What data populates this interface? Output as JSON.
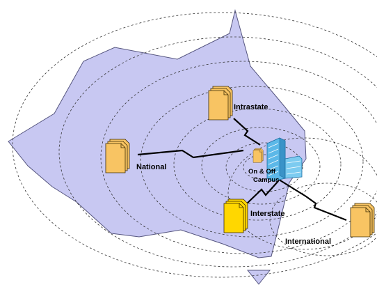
{
  "labels": {
    "intrastate": "Intrastate",
    "national": "National",
    "campus_line1": "On & Off",
    "campus_line2": "Campus",
    "interstate": "Interstate",
    "international": "International"
  },
  "colors": {
    "landmass_fill": "#c8c8f2",
    "landmass_stroke": "#55557f",
    "document_fill": "#f8c463",
    "document_stroke": "#3a2800",
    "interstate_document_fill": "#ffd700",
    "building_fill": "#5cb8e8",
    "link_line": "#000000",
    "range_ring": "#333333"
  },
  "icons": {
    "documents": "document-stack-icon",
    "building": "office-building-icon",
    "link": "lightning-link-icon"
  }
}
